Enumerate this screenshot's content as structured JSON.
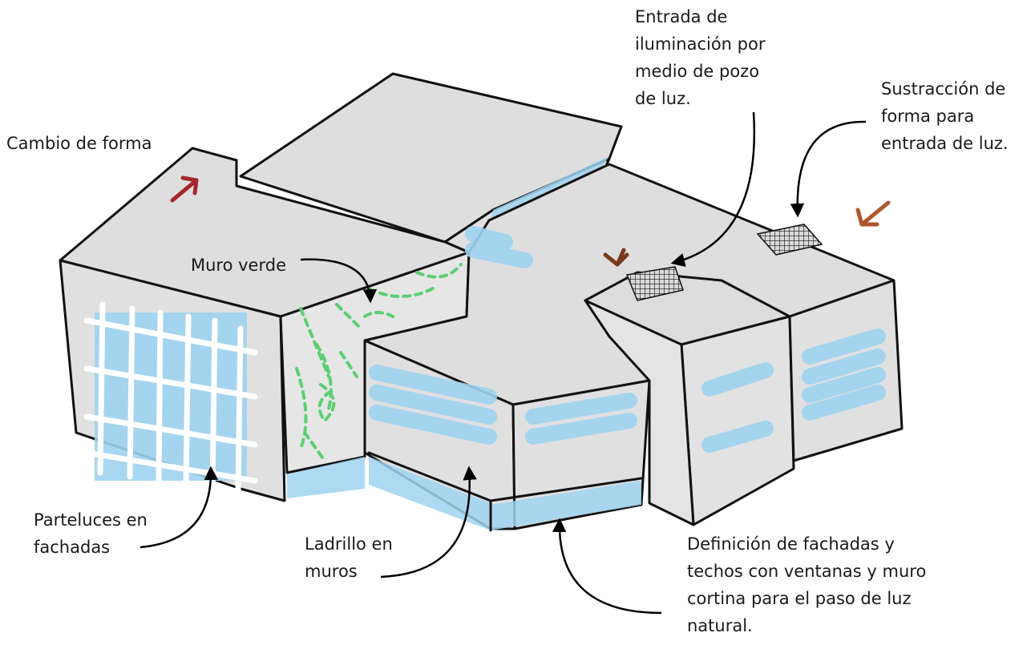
{
  "annotations": {
    "cambio": {
      "lines": [
        "Cambio de forma"
      ]
    },
    "entrada": {
      "lines": [
        "Entrada de",
        "iluminación por",
        "medio de pozo",
        "de luz."
      ]
    },
    "sustraccion": {
      "lines": [
        "Sustracción de",
        "forma para",
        "entrada de luz."
      ]
    },
    "muro_verde": {
      "lines": [
        "Muro verde"
      ]
    },
    "parteluces": {
      "lines": [
        "Parteluces en",
        "fachadas"
      ]
    },
    "ladrillo": {
      "lines": [
        "Ladrillo en",
        "muros"
      ]
    },
    "definicion": {
      "lines": [
        "Definición de fachadas y",
        "techos con ventanas y muro",
        "cortina para el paso de luz",
        "natural."
      ]
    }
  },
  "colors": {
    "wall": "#e2e2e2",
    "roof": "#dedede",
    "outline": "#111111",
    "glass": "#9fd3f0",
    "green": "#5ccf72",
    "red_arrow": "#a4262c",
    "orange_arrow": "#b0562a",
    "brown_arrow": "#7a3a1c"
  }
}
